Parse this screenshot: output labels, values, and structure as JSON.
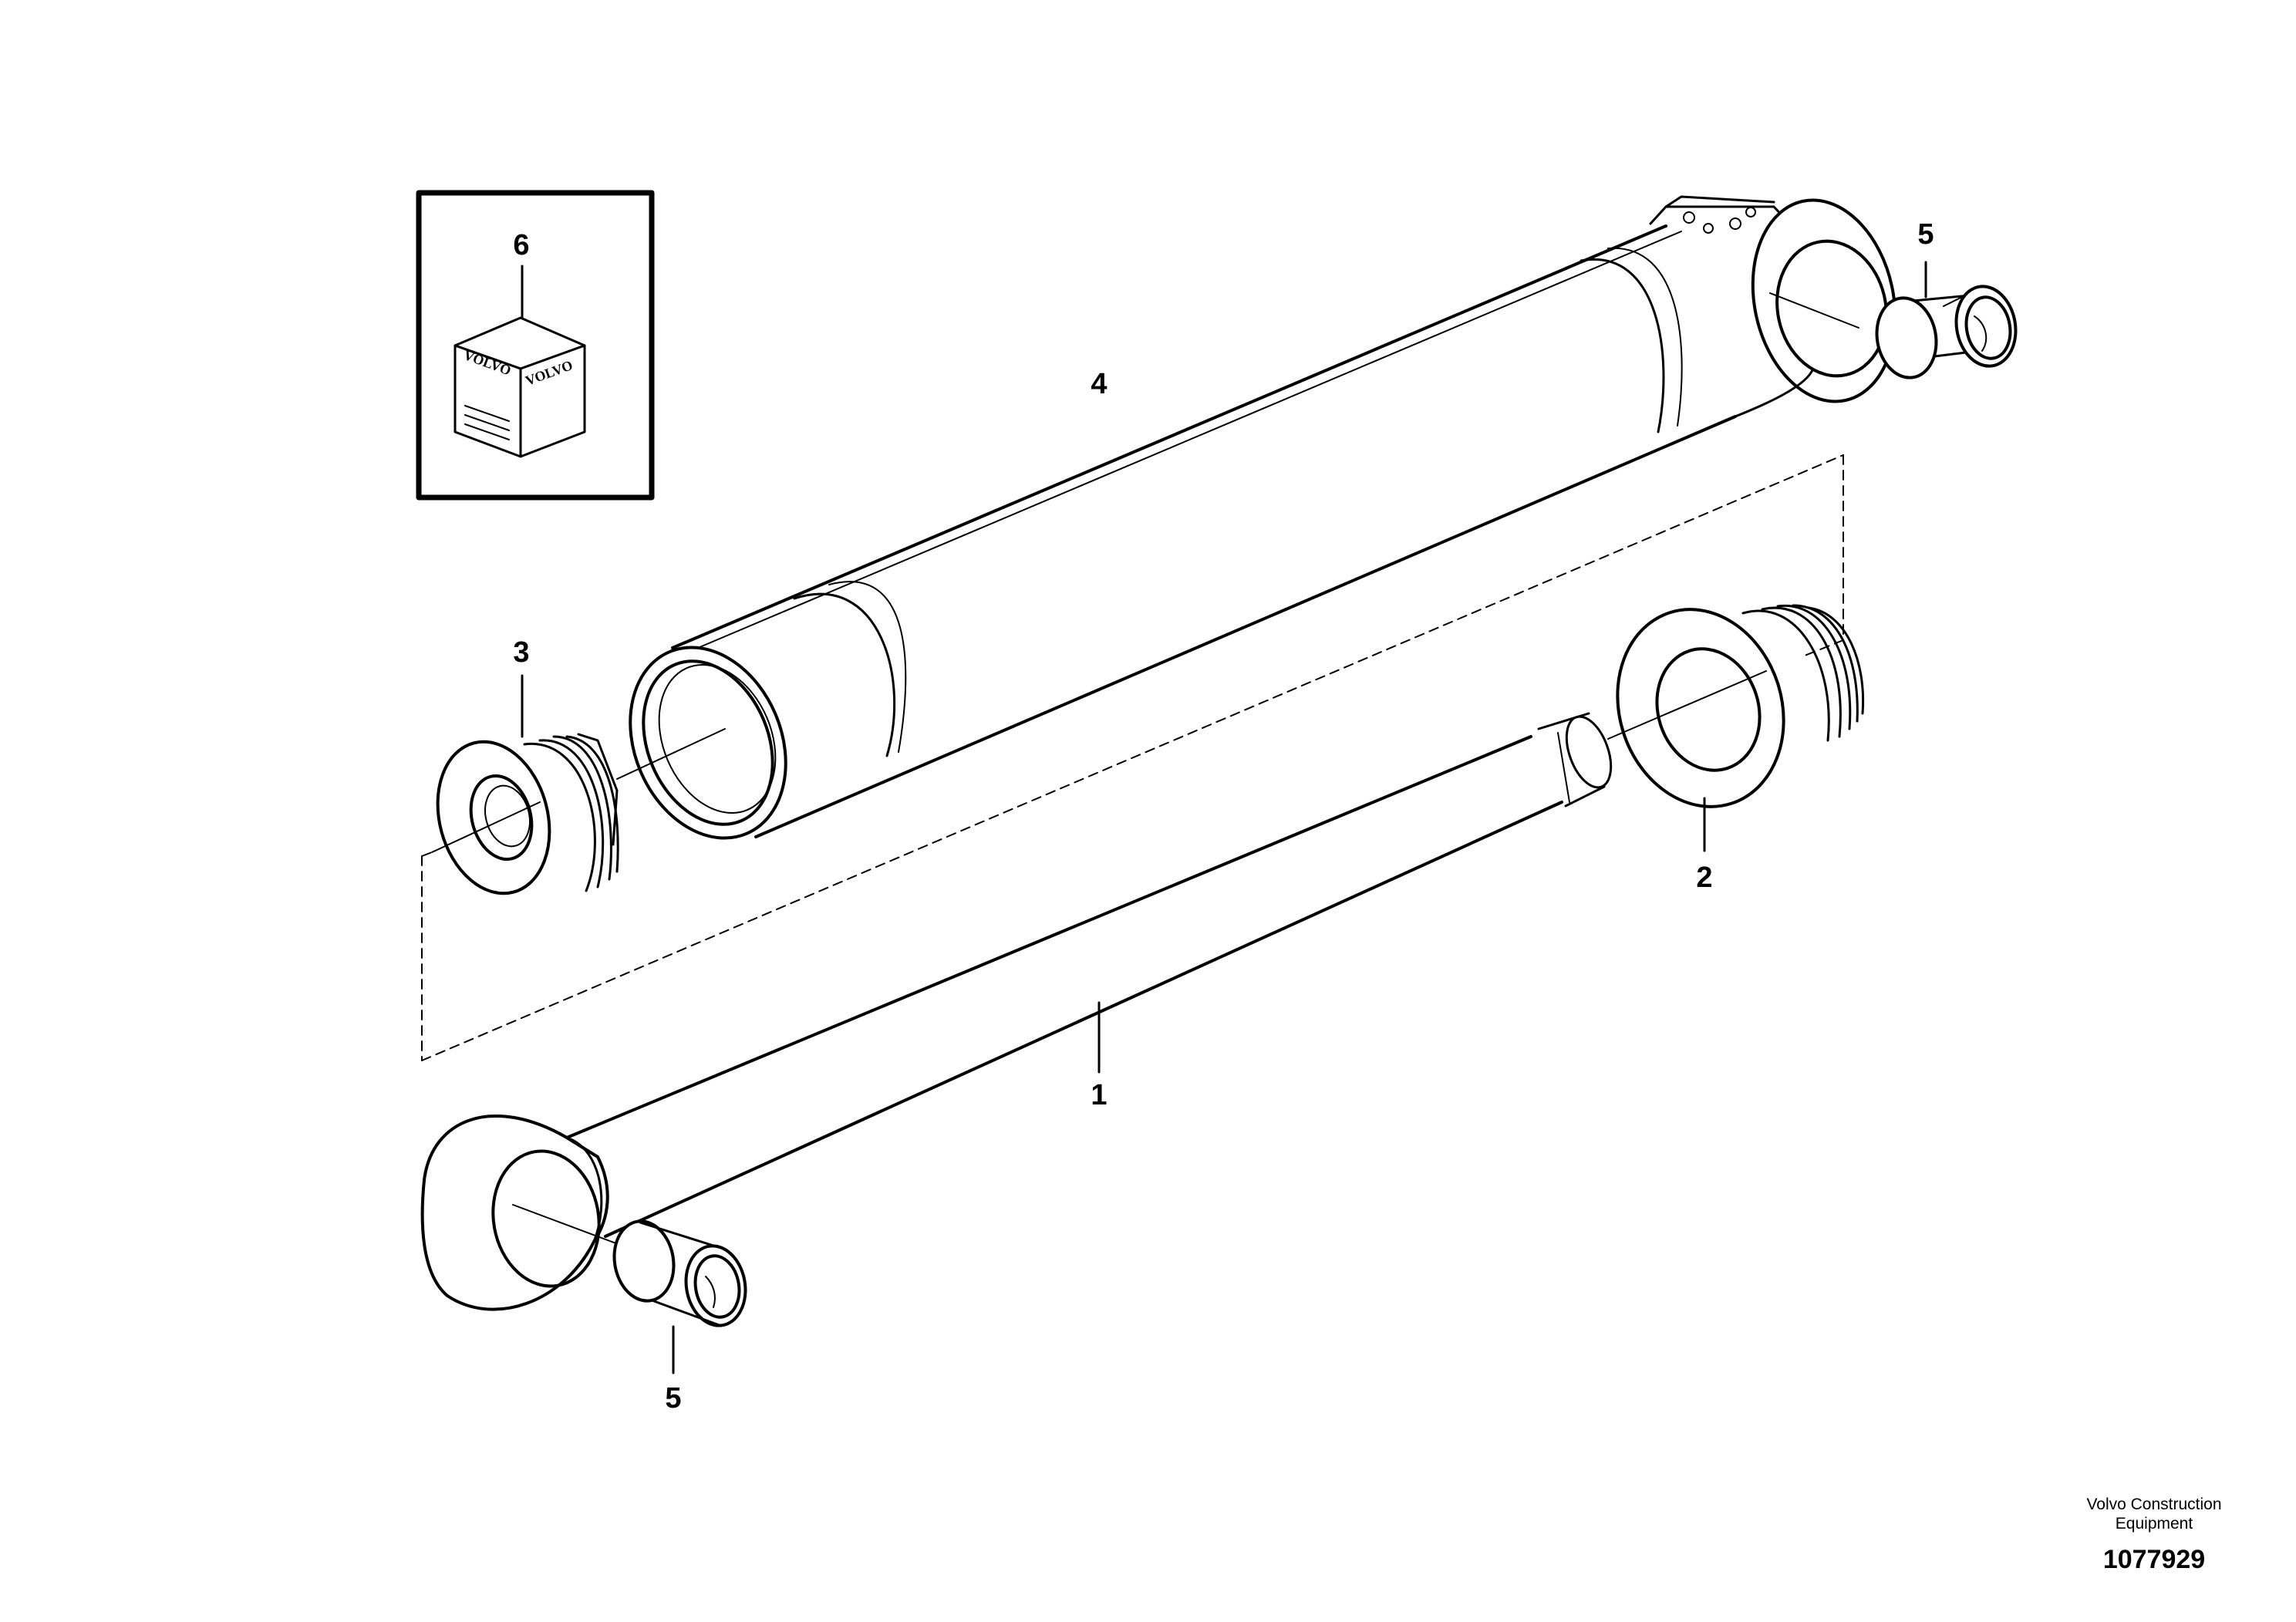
{
  "callouts": {
    "c1": "1",
    "c2": "2",
    "c3": "3",
    "c4": "4",
    "c5_top": "5",
    "c5_bottom": "5",
    "c6": "6"
  },
  "kit_box": {
    "brand_left": "VOLVO",
    "brand_right": "VOLVO"
  },
  "footer": {
    "company_line1": "Volvo Construction",
    "company_line2": "Equipment",
    "figure_number": "1077929"
  },
  "colors": {
    "line": "#000000",
    "background": "#ffffff"
  }
}
